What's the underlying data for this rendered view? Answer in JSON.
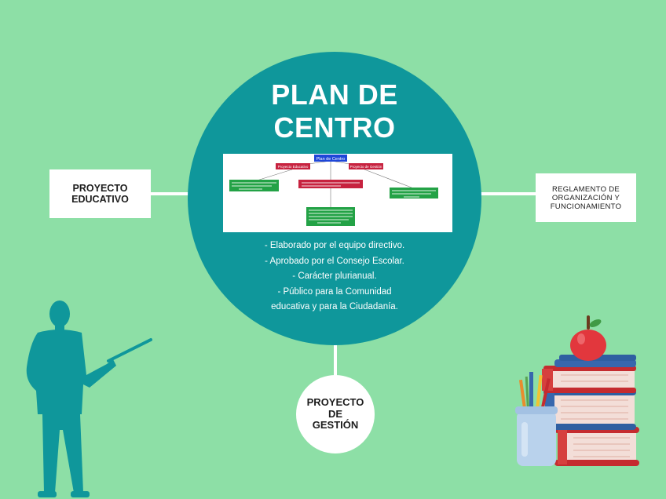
{
  "center": {
    "title": "PLAN DE\nCENTRO",
    "bullets": [
      "- Elaborado por el equipo directivo.",
      "- Aprobado por el Consejo Escolar.",
      "- Carácter plurianual.",
      "- Público para la Comunidad",
      "educativa y para la Ciudadanía."
    ],
    "thumbnail": {
      "root": "Plan de Centro",
      "left_branch": "Proyecto Educativo",
      "middle_branch": "Reglamento de Organización y Funcionamiento",
      "right_branch": "Proyecto de Gestión"
    }
  },
  "nodes": {
    "proyecto_educativo": "PROYECTO\nEDUCATIVO",
    "reglamento": "REGLAMENTO DE\nORGANIZACIÓN Y\nFUNCIONAMIENTO",
    "proyecto_gestion": "PROYECTO\nDE\nGESTIÓN"
  },
  "colors": {
    "background": "#8ddfa6",
    "circle": "#0f979b",
    "teacher": "#0f979b",
    "node_fill": "#ffffff"
  },
  "icons": {
    "teacher": "teacher-silhouette-icon",
    "books": "stacked-books-icon",
    "apple": "apple-icon",
    "pencil_jar": "pencil-jar-icon"
  }
}
